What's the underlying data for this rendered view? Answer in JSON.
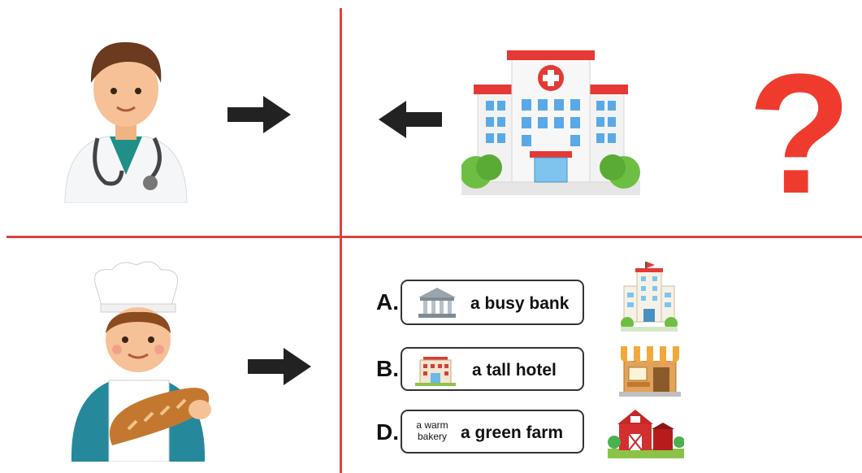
{
  "options": [
    {
      "letter": "A.",
      "text": "a busy bank",
      "icon": "bank-icon"
    },
    {
      "letter": "B.",
      "text": "a tall hotel",
      "icon": "hotel-icon"
    },
    {
      "letter": "D.",
      "text": "a green farm",
      "icon": "none",
      "prefix_line1": "a warm",
      "prefix_line2": "bakery"
    }
  ],
  "question_mark": "?",
  "colors": {
    "divider": "#d9433f",
    "question": "#ef3b2d",
    "arrow": "#222222"
  }
}
